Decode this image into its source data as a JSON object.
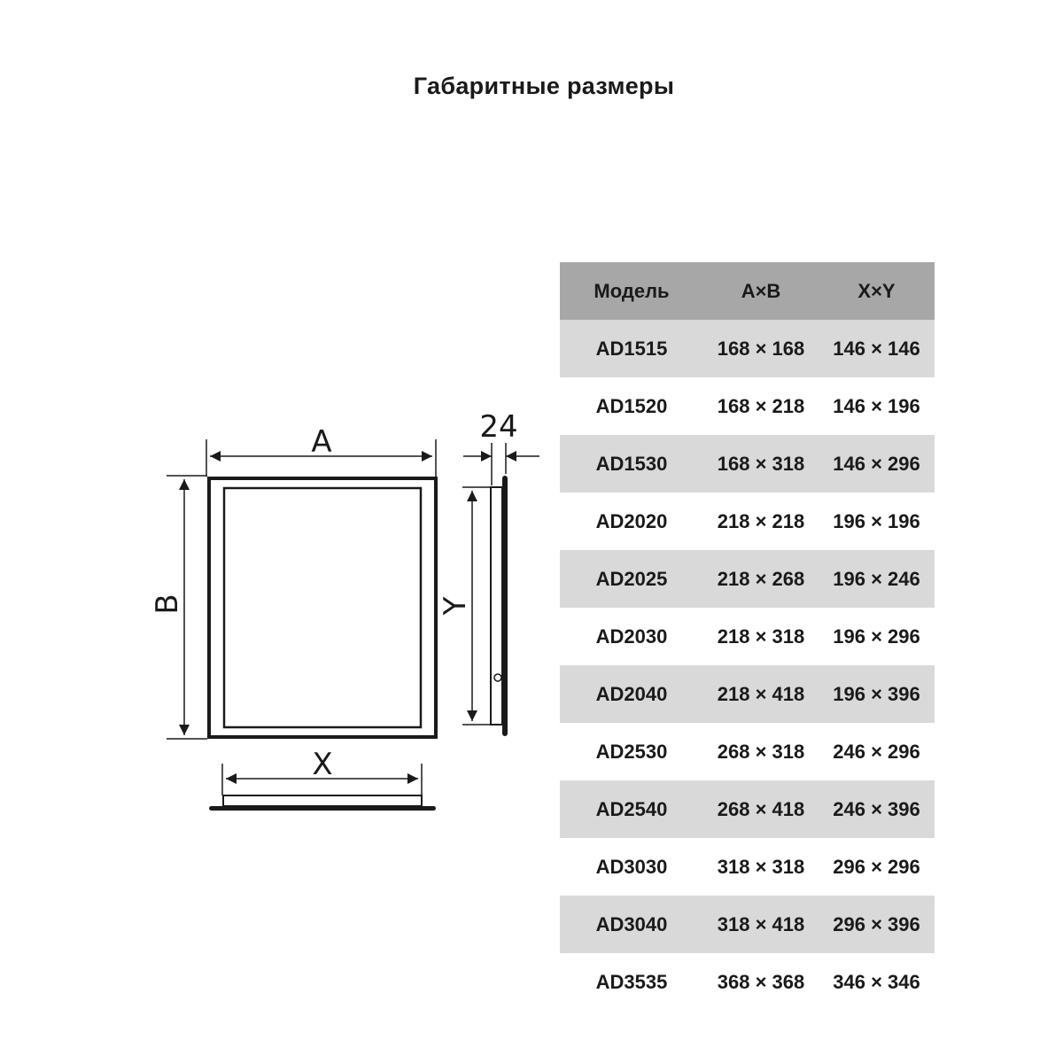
{
  "title": "Габаритные размеры",
  "drawing": {
    "label_a": "A",
    "label_b": "B",
    "label_x": "X",
    "label_y": "Y",
    "label_depth": "24"
  },
  "table": {
    "headers": [
      "Модель",
      "A×B",
      "X×Y"
    ],
    "rows": [
      [
        "AD1515",
        "168 × 168",
        "146 × 146"
      ],
      [
        "AD1520",
        "168 × 218",
        "146 × 196"
      ],
      [
        "AD1530",
        "168 × 318",
        "146 × 296"
      ],
      [
        "AD2020",
        "218 × 218",
        "196 × 196"
      ],
      [
        "AD2025",
        "218 × 268",
        "196 × 246"
      ],
      [
        "AD2030",
        "218 × 318",
        "196 × 296"
      ],
      [
        "AD2040",
        "218 × 418",
        "196 × 396"
      ],
      [
        "AD2530",
        "268 × 318",
        "246 × 296"
      ],
      [
        "AD2540",
        "268 × 418",
        "246 × 396"
      ],
      [
        "AD3030",
        "318 × 318",
        "296 × 296"
      ],
      [
        "AD3040",
        "318 × 418",
        "296 × 396"
      ],
      [
        "AD3535",
        "368 × 368",
        "346 × 346"
      ]
    ]
  }
}
